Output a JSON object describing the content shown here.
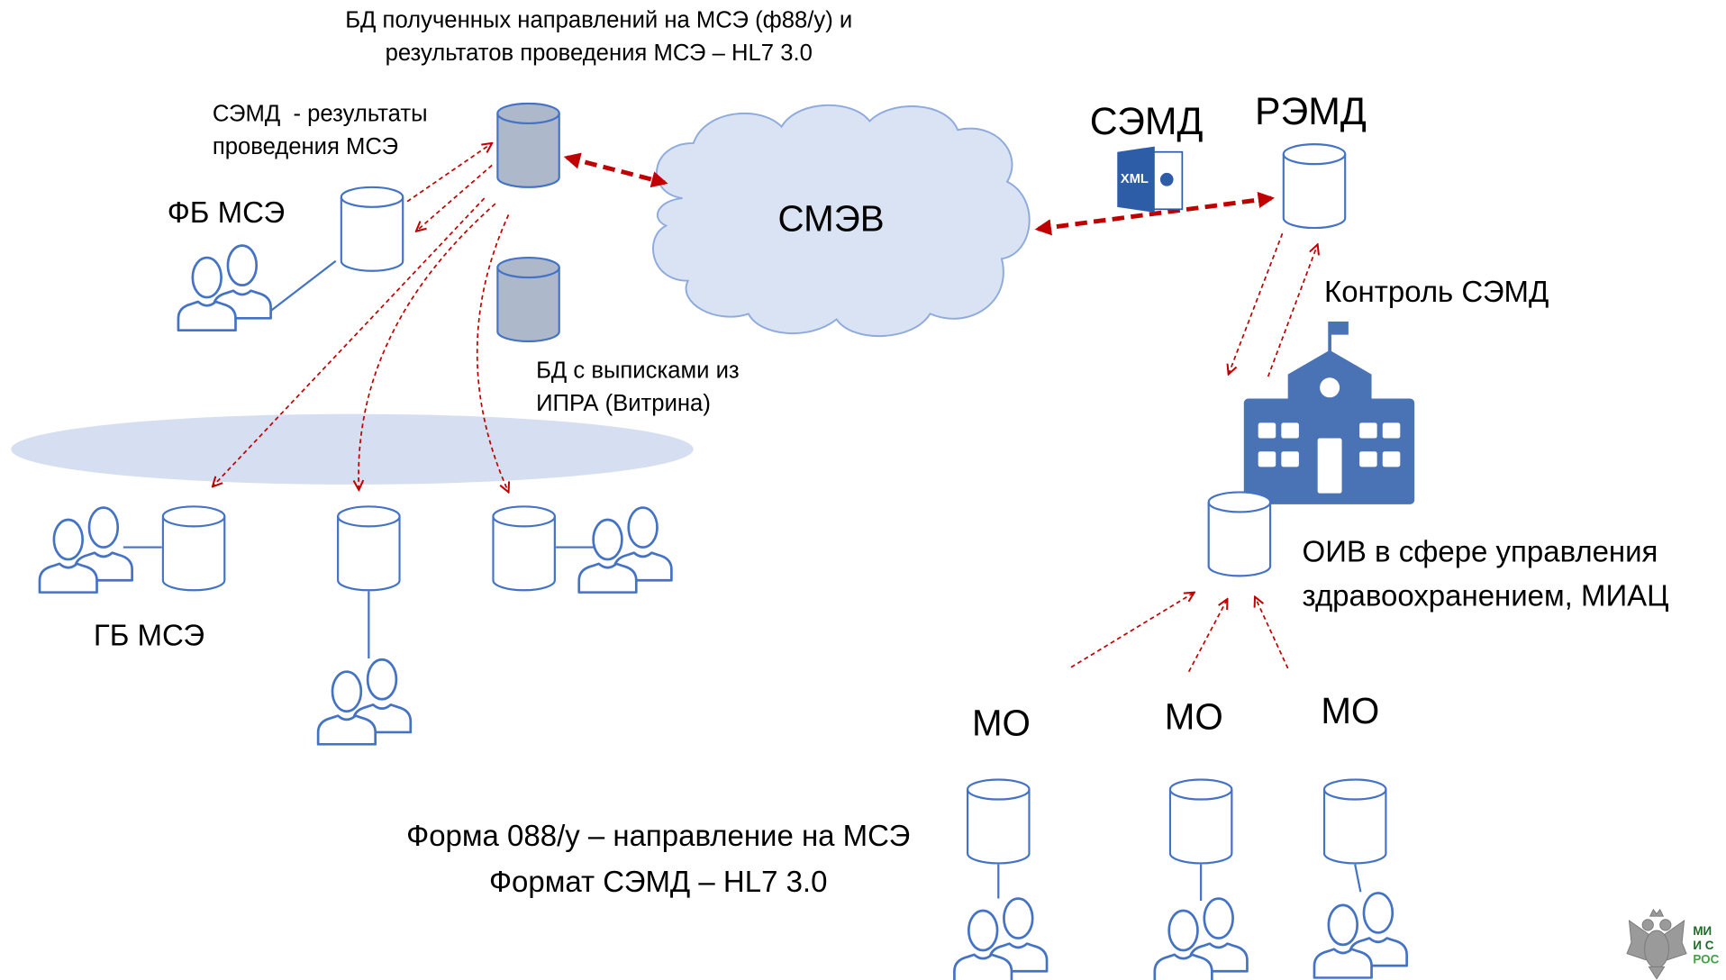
{
  "diagram": {
    "title_lines": [
      "БД полученных направлений на МСЭ (ф88/у) и",
      "результатов проведения МСЭ – HL7 3.0"
    ],
    "semd_results_lines": [
      "СЭМД  - результаты",
      "проведения МСЭ"
    ],
    "fb_mse_label": "ФБ МСЭ",
    "smev_label": "СМЭВ",
    "semd_label": "СЭМД",
    "remd_label": "РЭМД",
    "xml_icon_text": "XML",
    "semd_control_label": "Контроль СЭМД",
    "ipra_db_lines": [
      "БД с выписками из",
      "ИПРА (Витрина)"
    ],
    "gb_mse_label": "ГБ МСЭ",
    "oiv_lines": [
      "ОИВ в сфере управления",
      "здравоохранением, МИАЦ"
    ],
    "mo_labels": [
      "МО",
      "МО",
      "МО"
    ],
    "form_lines": [
      "Форма 088/у – направление на МСЭ",
      "Формат СЭМД – HL7 3.0"
    ]
  },
  "logo": {
    "text_lines": [
      "МИ",
      "И С",
      "РОС"
    ]
  },
  "icons": {
    "database": "database-icon",
    "users": "users-icon",
    "building": "building-icon",
    "xml_file": "xml-file-icon",
    "cloud": "cloud-icon",
    "emblem": "emblem-icon"
  },
  "colors": {
    "accent": "#4472c4",
    "arrow": "#c00000",
    "cloud_fill": "#dae3f3",
    "cloud_stroke": "#8faadc",
    "ellipse_fill": "#d6def1",
    "db_gray": "#adb9ca",
    "building": "#4a73b6",
    "xml_blue": "#2e5da8",
    "logo_green_dark": "#1f6b2a",
    "logo_green_light": "#43a047"
  }
}
